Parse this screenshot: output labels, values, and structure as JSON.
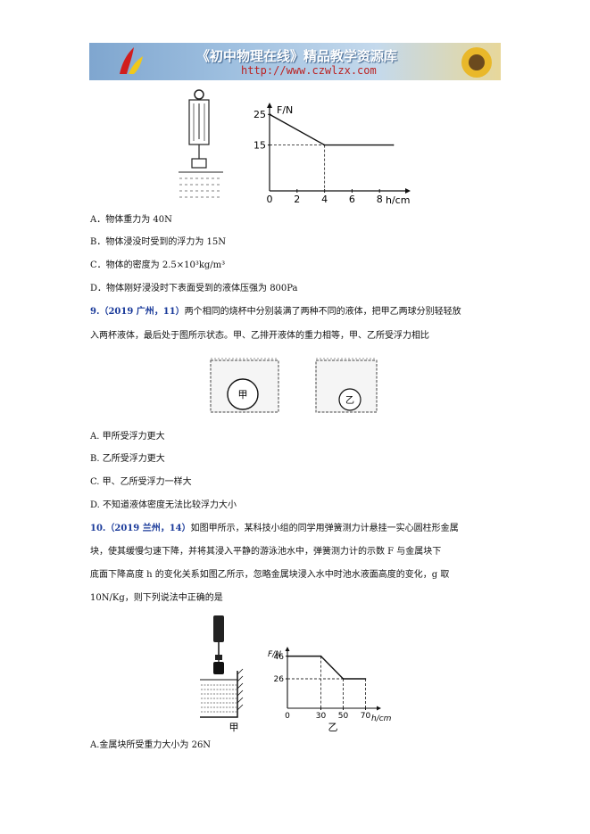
{
  "banner": {
    "title": "《初中物理在线》精品教学资源库",
    "url": "http://www.czwlzx.com"
  },
  "graph1": {
    "y_axis_label": "F/N",
    "x_axis_label": "h/cm",
    "y_ticks": [
      "25",
      "15"
    ],
    "x_ticks": [
      "0",
      "2",
      "4",
      "6",
      "8"
    ],
    "chart_data": {
      "type": "line",
      "x": [
        0,
        4,
        9
      ],
      "y": [
        25,
        15,
        15
      ],
      "xlabel": "h/cm",
      "ylabel": "F/N",
      "xlim": [
        0,
        10
      ],
      "ylim": [
        0,
        28
      ]
    }
  },
  "q8": {
    "options": [
      "A．物体重力为 40N",
      "B．物体浸没时受到的浮力为 15N",
      "C．物体的密度为 2.5×10³kg/m³",
      "D．物体刚好浸没时下表面受到的液体压强为 800Pa"
    ]
  },
  "q9": {
    "source": "9.（2019 广州，11）",
    "stem_line1": "两个相同的烧杯中分别装满了两种不同的液体，把甲乙两球分别轻轻放",
    "stem_line2": "入两杯液体，最后处于图所示状态。甲、乙排开液体的重力相等，甲、乙所受浮力相比",
    "ball_left": "甲",
    "ball_right": "乙",
    "options": [
      "A. 甲所受浮力更大",
      "B. 乙所受浮力更大",
      "C. 甲、乙所受浮力一样大",
      "D. 不知道液体密度无法比较浮力大小"
    ]
  },
  "q10": {
    "source": "10.（2019 兰州，14）",
    "stem_line1": "如图甲所示，某科技小组的同学用弹簧测力计悬挂一实心圆柱形金属",
    "stem_line2": "块，使其缓慢匀速下降，并将其浸入平静的游泳池水中，弹簧测力计的示数 F 与金属块下",
    "stem_line3": "底面下降高度 h 的变化关系如图乙所示，忽略金属块浸入水中时池水液面高度的变化，g 取",
    "stem_line4": "10N/Kg，则下列说法中正确的是",
    "fig_left_label": "甲",
    "fig_right_label": "乙",
    "y_axis_label": "F/N",
    "x_axis_label": "h/cm",
    "y_ticks": [
      "46",
      "26"
    ],
    "x_ticks": [
      "0",
      "30",
      "50",
      "70"
    ],
    "chart_data": {
      "type": "line",
      "x": [
        0,
        30,
        50,
        70
      ],
      "y": [
        46,
        46,
        26,
        26
      ],
      "xlabel": "h/cm",
      "ylabel": "F/N",
      "xlim": [
        0,
        80
      ],
      "ylim": [
        0,
        52
      ]
    },
    "option_a": "A.金属块所受重力大小为 26N"
  }
}
